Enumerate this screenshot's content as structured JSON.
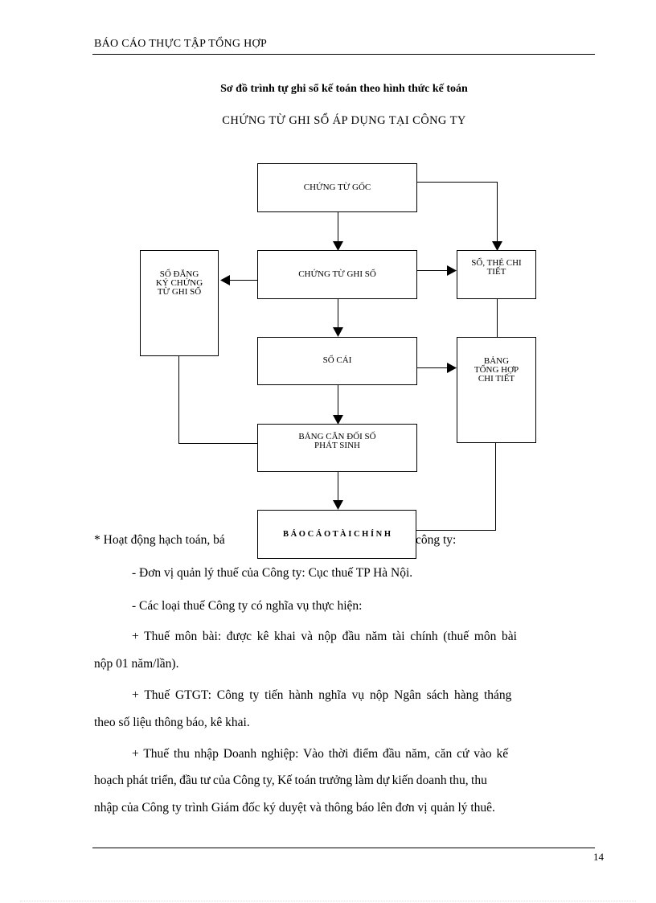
{
  "header": {
    "title": "BÁO CÁO THỰC TẬP TỔNG HỢP"
  },
  "diagram": {
    "title_line1": "Sơ đồ trình tự ghi sổ kế toán theo hình thức kế toán",
    "title_line2": "CHỨNG TỪ GHI SỔ ÁP DỤNG TẠI CÔNG TY",
    "boxes": {
      "chung_tu_goc": "CHỨNG TỪ GỐC",
      "chung_tu_ghi_so": "CHỨNG TỪ GHI SỔ",
      "so_dang_ky": [
        "SỔ ĐĂNG",
        "KÝ CHỨNG",
        "TỪ GHI SỔ"
      ],
      "so_the_chi_tiet": [
        "SỔ, THẺ CHI",
        "TIẾT"
      ],
      "so_cai": "SỔ CÁI",
      "bang_tong_hop": [
        "BẢNG",
        "TỔNG HỢP",
        "CHI TIẾT"
      ],
      "bang_can_doi": [
        "BẢNG CÂN ĐỐI SỐ",
        "PHÁT SINH"
      ],
      "bao_cao_tai_chinh": "B Á O  C Á O  T À I  C H Í N H"
    }
  },
  "body": {
    "line1_left": "* Hoạt động hạch toán, bá",
    "line1_right": "công ty:",
    "para1": "- Đơn vị quản lý thuế của Công ty: Cục thuế TP Hà Nội.",
    "para2": "- Các loại thuế Công ty có nghĩa vụ thực hiện:",
    "para3_a": "+ Thuế môn bài: được kê khai và nộp đầu năm tài chính (thuế môn bài",
    "para3_b": "nộp 01 năm/lần).",
    "para4_a": "+ Thuế GTGT: Công ty tiến hành nghĩa vụ nộp Ngân sách hàng tháng",
    "para4_b": "theo số liệu thông báo, kê khai.",
    "para5_a": "+ Thuế thu nhập Doanh nghiệp: Vào thời điểm đầu năm, căn cứ vào kế",
    "para5_b": "hoạch phát triển, đầu tư của Công ty, Kế toán trưởng làm dự kiến doanh thu, thu",
    "para5_c": "nhập của Công ty trình Giám đốc ký duyệt và thông báo lên đơn vị quản lý thuê."
  },
  "footer": {
    "page_number": "14"
  }
}
